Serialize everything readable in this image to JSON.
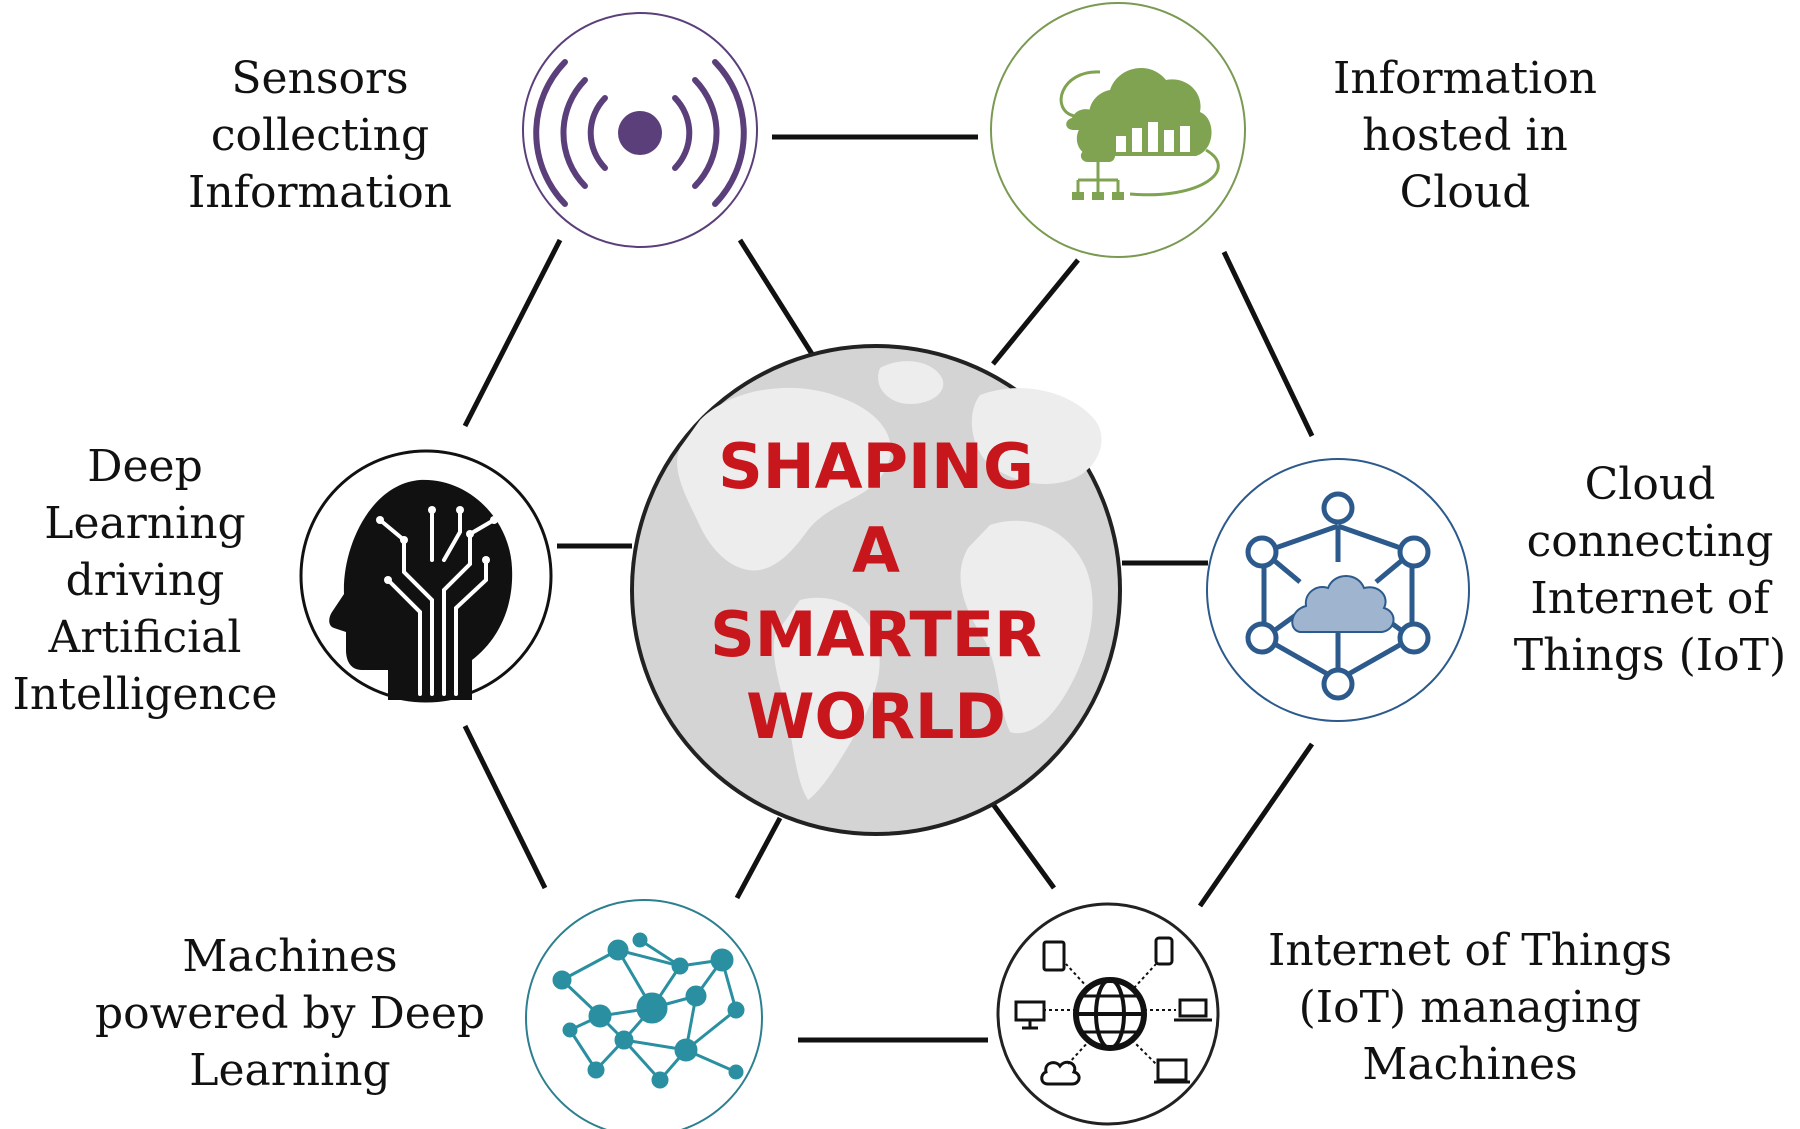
{
  "center": {
    "lines": [
      "SHAPING",
      "A",
      "SMARTER",
      "WORLD"
    ],
    "text_color": "#c8161d",
    "globe_colors": {
      "ocean": "#d3d3d3",
      "land": "#ebebeb"
    }
  },
  "nodes": [
    {
      "id": "sensors",
      "icon": "sensor-signal-icon",
      "ring_color": "#5b3f7a",
      "label_lines": [
        "Sensors",
        "collecting",
        "Information"
      ]
    },
    {
      "id": "cloud-info",
      "icon": "cloud-data-icon",
      "ring_color": "#7a9a52",
      "label_lines": [
        "Information",
        "hosted in",
        "Cloud"
      ]
    },
    {
      "id": "cloud-iot",
      "icon": "cloud-network-icon",
      "ring_color": "#2c5a8c",
      "label_lines": [
        "Cloud",
        "connecting",
        "Internet of",
        "Things (IoT)"
      ]
    },
    {
      "id": "iot-machines",
      "icon": "globe-devices-icon",
      "ring_color": "#222222",
      "label_lines": [
        "Internet of Things",
        "(IoT) managing",
        "Machines"
      ]
    },
    {
      "id": "machines",
      "icon": "neural-network-icon",
      "ring_color": "#2c7f8f",
      "label_lines": [
        "Machines",
        "powered by Deep",
        "Learning"
      ]
    },
    {
      "id": "deep-learning",
      "icon": "ai-head-icon",
      "ring_color": "#111111",
      "label_lines": [
        "Deep",
        "Learning",
        "driving",
        "Artificial",
        "Intelligence"
      ]
    }
  ]
}
